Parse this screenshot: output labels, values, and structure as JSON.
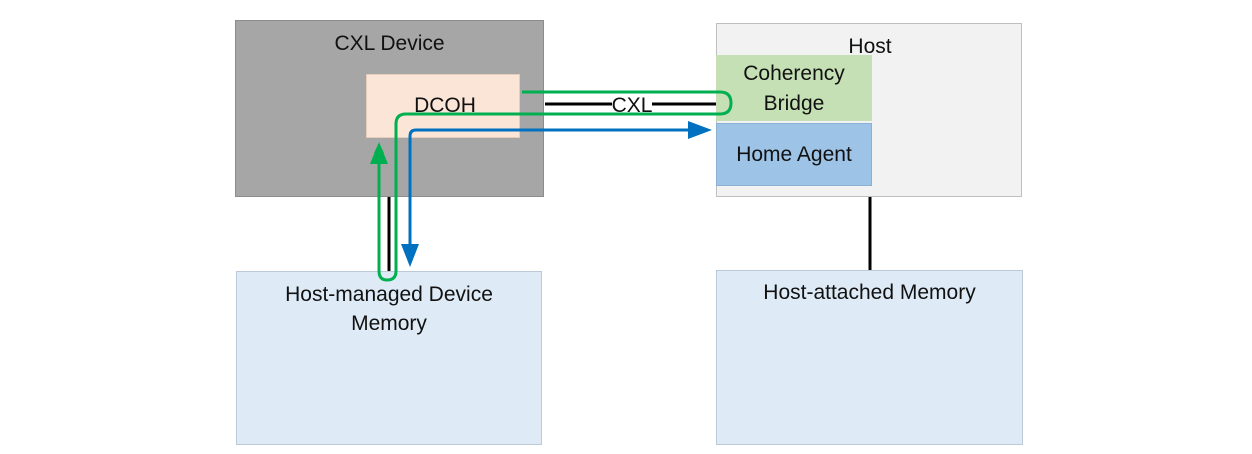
{
  "diagram": {
    "cxl_device": {
      "title": "CXL Device",
      "color": "#a6a6a6"
    },
    "dcoh": {
      "label": "DCOH",
      "color": "#fbe5d6"
    },
    "host": {
      "title": "Host",
      "color": "#f2f2f2"
    },
    "coherency_bridge": {
      "line1": "Coherency",
      "line2": "Bridge",
      "color": "#c5e0b4"
    },
    "home_agent": {
      "label": "Home Agent",
      "color": "#9dc3e6"
    },
    "host_managed_memory": {
      "line1": "Host-managed Device",
      "line2": "Memory",
      "color": "#deebf7"
    },
    "host_attached_memory": {
      "label": "Host-attached Memory",
      "color": "#deebf7"
    },
    "link": {
      "label": "CXL"
    },
    "colors": {
      "green_path": "#00b050",
      "blue_path": "#0070c0",
      "link_line": "#000000"
    }
  }
}
